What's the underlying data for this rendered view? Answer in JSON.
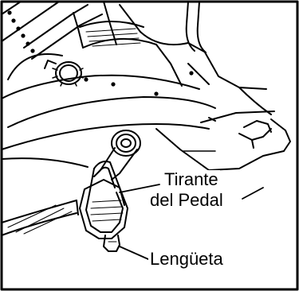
{
  "callouts": {
    "pedal_strap_line1": "Tirante",
    "pedal_strap_line2": "del Pedal",
    "tab": "Lengüeta"
  },
  "colors": {
    "ink": "#000000",
    "paper": "#ffffff"
  }
}
